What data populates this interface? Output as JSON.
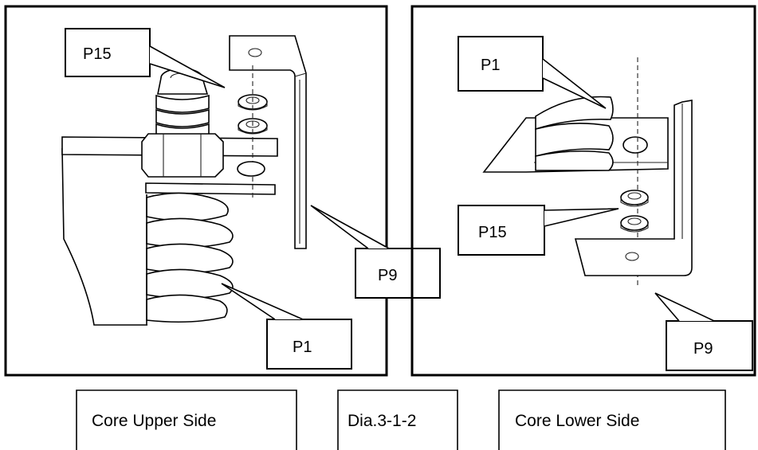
{
  "panels": {
    "upper": {
      "callouts": {
        "washer": "P15",
        "bracket": "P9",
        "core": "P1"
      },
      "caption": "Core Upper Side"
    },
    "lower": {
      "callouts": {
        "core": "P1",
        "washer": "P15",
        "bracket": "P9"
      },
      "caption": "Core Lower Side"
    }
  },
  "diagram_id": "Dia.3-1-2"
}
